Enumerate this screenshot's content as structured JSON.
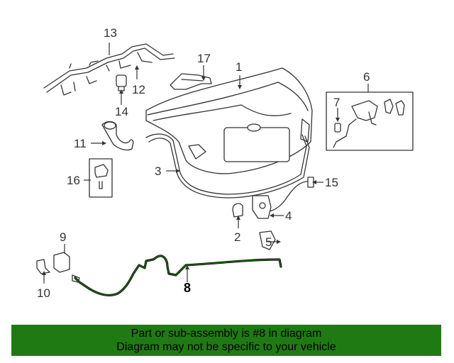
{
  "diagram": {
    "callouts": [
      {
        "id": "13",
        "label": "13"
      },
      {
        "id": "17",
        "label": "17"
      },
      {
        "id": "1",
        "label": "1"
      },
      {
        "id": "6",
        "label": "6"
      },
      {
        "id": "12",
        "label": "12"
      },
      {
        "id": "14",
        "label": "14"
      },
      {
        "id": "7",
        "label": "7"
      },
      {
        "id": "11",
        "label": "11"
      },
      {
        "id": "3",
        "label": "3"
      },
      {
        "id": "16",
        "label": "16"
      },
      {
        "id": "15",
        "label": "15"
      },
      {
        "id": "4",
        "label": "4"
      },
      {
        "id": "2",
        "label": "2"
      },
      {
        "id": "5",
        "label": "5"
      },
      {
        "id": "9",
        "label": "9"
      },
      {
        "id": "10",
        "label": "10"
      },
      {
        "id": "8",
        "label": "8"
      }
    ],
    "highlighted_part": "8"
  },
  "footer": {
    "line1": "Part or sub-assembly is #8 in diagram",
    "line2": "Diagram may not be specific to your vehicle",
    "color": "#207a14"
  }
}
